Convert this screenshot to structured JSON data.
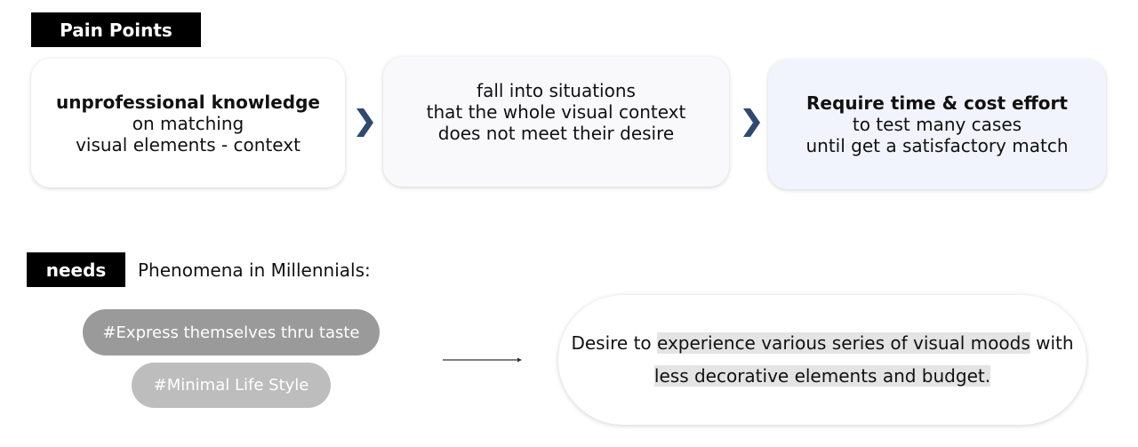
{
  "pain_points": {
    "label": "Pain Points",
    "cards": [
      {
        "lines": [
          {
            "text": "unprofessional knowledge",
            "bold": true
          },
          {
            "text": "on matching",
            "bold": false
          },
          {
            "text": "visual elements - context",
            "bold": false
          }
        ]
      },
      {
        "lines": [
          {
            "text": "fall into situations",
            "bold": false
          },
          {
            "text": "that the whole visual context",
            "bold": false
          },
          {
            "text": "does not meet their desire",
            "bold": false
          }
        ]
      },
      {
        "lines": [
          {
            "text": "Require time & cost effort",
            "bold": true
          },
          {
            "text": "to test many cases",
            "bold": false
          },
          {
            "text": "until get a satisfactory match",
            "bold": false
          }
        ]
      }
    ],
    "arrow_icon": "chevron-right-icon",
    "arrow_color": "#2f4a70"
  },
  "needs": {
    "label": "needs",
    "subtitle": "Phenomena in Millennials:",
    "tags": [
      {
        "text": "#Express themselves thru taste",
        "color": "#9a9a9a"
      },
      {
        "text": "#Minimal Life Style",
        "color": "#bdbdbd"
      }
    ],
    "desire": {
      "line1_prefix": "Desire to ",
      "line1_highlight": "experience various series of visual moods",
      "line1_suffix": " with",
      "line2_highlight": "less decorative elements and budget."
    }
  }
}
